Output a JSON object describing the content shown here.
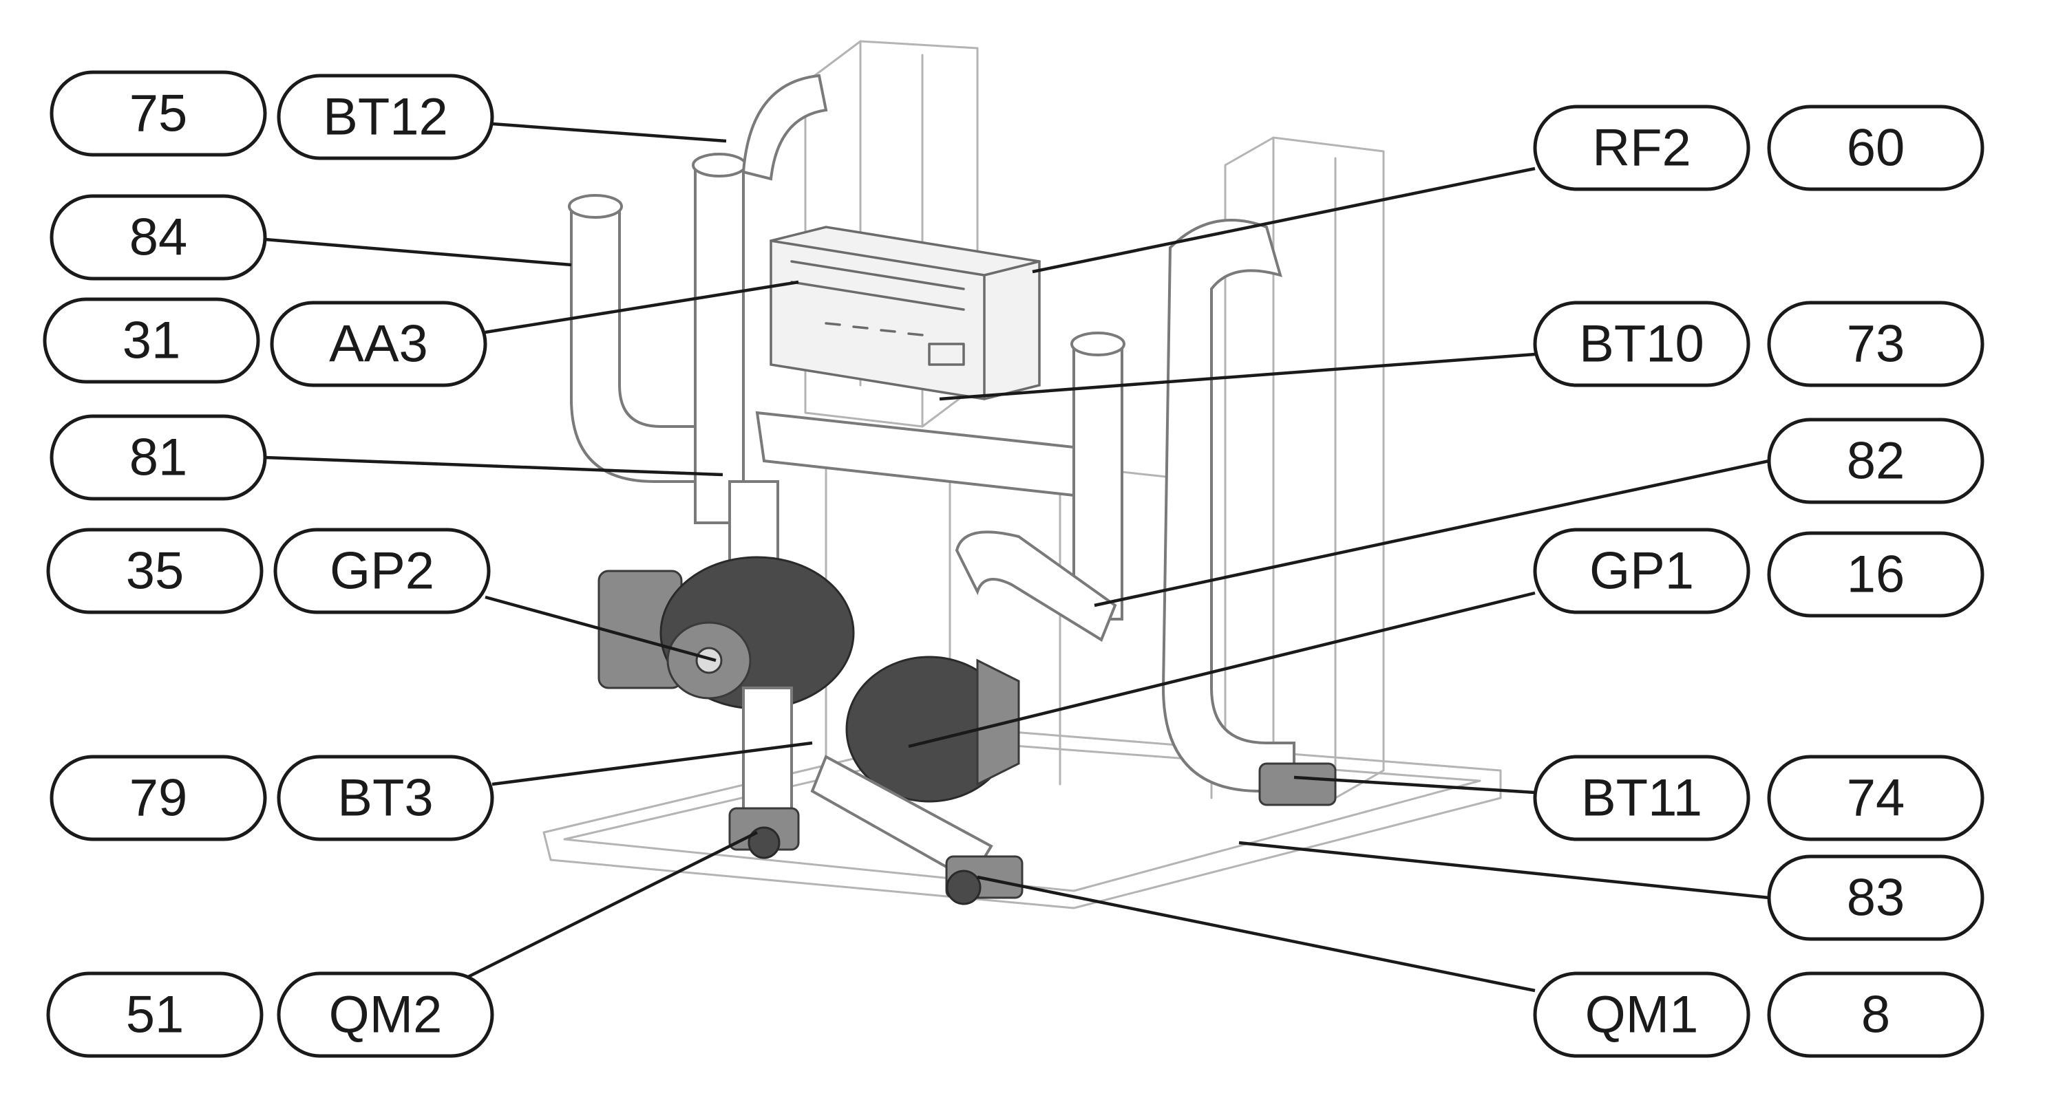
{
  "labels": [
    {
      "pos": "75"
    },
    {
      "code": "BT12"
    },
    {
      "pos": "84"
    },
    {
      "pos": "31"
    },
    {
      "code": "AA3"
    },
    {
      "pos": "81"
    },
    {
      "pos": "35"
    },
    {
      "code": "GP2"
    },
    {
      "pos": "79"
    },
    {
      "code": "BT3"
    },
    {
      "pos": "51"
    },
    {
      "code": "QM2"
    },
    {
      "code": "RF2"
    },
    {
      "pos": "60"
    },
    {
      "code": "BT10"
    },
    {
      "pos": "73"
    },
    {
      "pos": "82"
    },
    {
      "code": "GP1"
    },
    {
      "pos": "16"
    },
    {
      "code": "BT11"
    },
    {
      "pos": "74"
    },
    {
      "pos": "83"
    },
    {
      "code": "QM1"
    },
    {
      "pos": "8"
    }
  ],
  "callouts": {
    "left": [
      {
        "pos": "75",
        "code": "BT12"
      },
      {
        "pos": "84",
        "code": ""
      },
      {
        "pos": "31",
        "code": "AA3"
      },
      {
        "pos": "81",
        "code": ""
      },
      {
        "pos": "35",
        "code": "GP2"
      },
      {
        "pos": "79",
        "code": "BT3"
      },
      {
        "pos": "51",
        "code": "QM2"
      }
    ],
    "right": [
      {
        "code": "RF2",
        "pos": "60"
      },
      {
        "code": "BT10",
        "pos": "73"
      },
      {
        "code": "",
        "pos": "82"
      },
      {
        "code": "GP1",
        "pos": "16"
      },
      {
        "code": "BT11",
        "pos": "74"
      },
      {
        "code": "",
        "pos": "83"
      },
      {
        "code": "QM1",
        "pos": "8"
      }
    ]
  }
}
